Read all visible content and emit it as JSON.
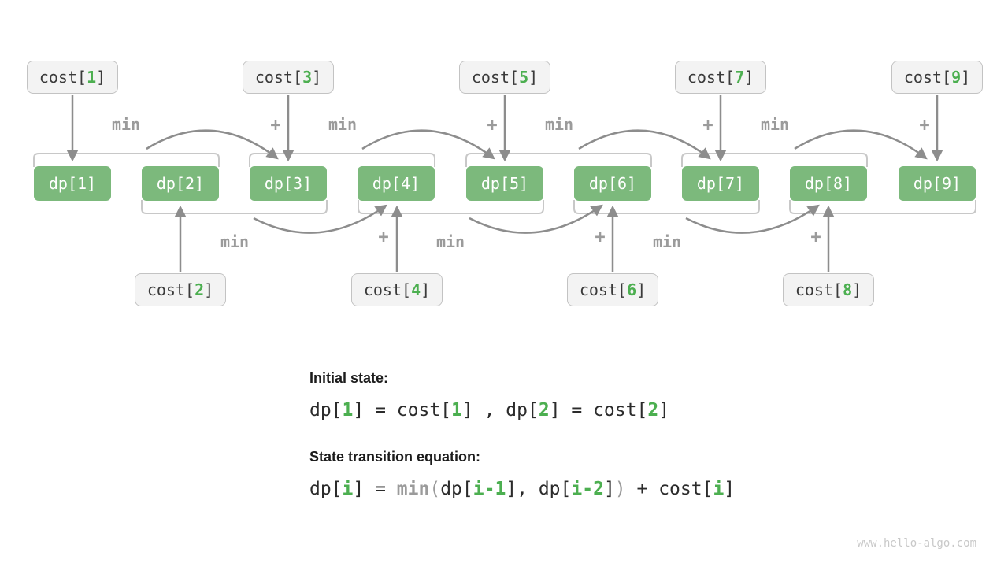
{
  "page": {
    "watermark": "www.hello-algo.com"
  },
  "colors": {
    "dp_box_green": "#7cb97c",
    "accent_green": "#4caf50",
    "gray_label": "#9b9b9b",
    "arrow_gray": "#8d8d8d",
    "bracket_gray": "#c8c8c8",
    "cost_box_bg": "#f3f3f3",
    "cost_box_border": "#c3c3c3"
  },
  "diagram": {
    "min_label": "min",
    "plus_label": "+",
    "cost_top": [
      {
        "segments": [
          {
            "t": "cost[",
            "c": "plain"
          },
          {
            "t": "1",
            "c": "green"
          },
          {
            "t": "]",
            "c": "plain"
          }
        ]
      },
      {
        "segments": [
          {
            "t": "cost[",
            "c": "plain"
          },
          {
            "t": "3",
            "c": "green"
          },
          {
            "t": "]",
            "c": "plain"
          }
        ]
      },
      {
        "segments": [
          {
            "t": "cost[",
            "c": "plain"
          },
          {
            "t": "5",
            "c": "green"
          },
          {
            "t": "]",
            "c": "plain"
          }
        ]
      },
      {
        "segments": [
          {
            "t": "cost[",
            "c": "plain"
          },
          {
            "t": "7",
            "c": "green"
          },
          {
            "t": "]",
            "c": "plain"
          }
        ]
      },
      {
        "segments": [
          {
            "t": "cost[",
            "c": "plain"
          },
          {
            "t": "9",
            "c": "green"
          },
          {
            "t": "]",
            "c": "plain"
          }
        ]
      }
    ],
    "cost_bottom": [
      {
        "segments": [
          {
            "t": "cost[",
            "c": "plain"
          },
          {
            "t": "2",
            "c": "green"
          },
          {
            "t": "]",
            "c": "plain"
          }
        ]
      },
      {
        "segments": [
          {
            "t": "cost[",
            "c": "plain"
          },
          {
            "t": "4",
            "c": "green"
          },
          {
            "t": "]",
            "c": "plain"
          }
        ]
      },
      {
        "segments": [
          {
            "t": "cost[",
            "c": "plain"
          },
          {
            "t": "6",
            "c": "green"
          },
          {
            "t": "]",
            "c": "plain"
          }
        ]
      },
      {
        "segments": [
          {
            "t": "cost[",
            "c": "plain"
          },
          {
            "t": "8",
            "c": "green"
          },
          {
            "t": "]",
            "c": "plain"
          }
        ]
      }
    ],
    "dp_boxes": [
      {
        "label": "dp[1]"
      },
      {
        "label": "dp[2]"
      },
      {
        "label": "dp[3]"
      },
      {
        "label": "dp[4]"
      },
      {
        "label": "dp[5]"
      },
      {
        "label": "dp[6]"
      },
      {
        "label": "dp[7]"
      },
      {
        "label": "dp[8]"
      },
      {
        "label": "dp[9]"
      }
    ]
  },
  "notes": {
    "initial_title": "Initial state:",
    "initial_equation": [
      {
        "t": "dp[",
        "c": "plain"
      },
      {
        "t": "1",
        "c": "green"
      },
      {
        "t": "] = cost[",
        "c": "plain"
      },
      {
        "t": "1",
        "c": "green"
      },
      {
        "t": "] , dp[",
        "c": "plain"
      },
      {
        "t": "2",
        "c": "green"
      },
      {
        "t": "] = cost[",
        "c": "plain"
      },
      {
        "t": "2",
        "c": "green"
      },
      {
        "t": "]",
        "c": "plain"
      }
    ],
    "transition_title": "State transition equation:",
    "transition_equation": [
      {
        "t": "dp[",
        "c": "plain"
      },
      {
        "t": "i",
        "c": "green"
      },
      {
        "t": "] = ",
        "c": "plain"
      },
      {
        "t": "min",
        "c": "graybold"
      },
      {
        "t": "(",
        "c": "gray"
      },
      {
        "t": "dp[",
        "c": "plain"
      },
      {
        "t": "i-1",
        "c": "green"
      },
      {
        "t": "], dp[",
        "c": "plain"
      },
      {
        "t": "i-2",
        "c": "green"
      },
      {
        "t": "]",
        "c": "plain"
      },
      {
        "t": ")",
        "c": "gray"
      },
      {
        "t": " + cost[",
        "c": "plain"
      },
      {
        "t": "i",
        "c": "green"
      },
      {
        "t": "]",
        "c": "plain"
      }
    ]
  }
}
